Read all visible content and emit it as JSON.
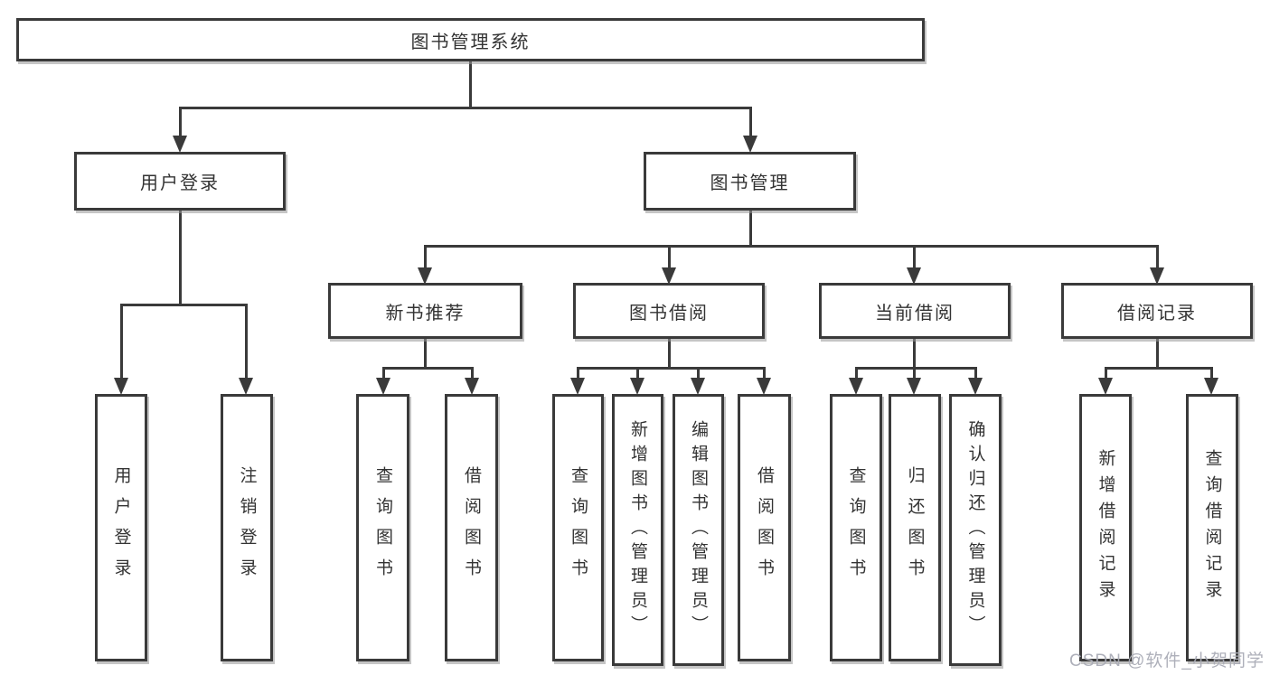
{
  "diagram": {
    "title": "图书管理系统",
    "branches": [
      {
        "label": "用户登录",
        "children": [
          {
            "label": "用户登录"
          },
          {
            "label": "注销登录"
          }
        ]
      },
      {
        "label": "图书管理",
        "children": [
          {
            "label": "新书推荐",
            "children": [
              {
                "label": "查询图书"
              },
              {
                "label": "借阅图书"
              }
            ]
          },
          {
            "label": "图书借阅",
            "children": [
              {
                "label": "查询图书"
              },
              {
                "label": "新增图书（管理员）"
              },
              {
                "label": "编辑图书（管理员）"
              },
              {
                "label": "借阅图书"
              }
            ]
          },
          {
            "label": "当前借阅",
            "children": [
              {
                "label": "查询图书"
              },
              {
                "label": "归还图书"
              },
              {
                "label": "确认归还（管理员）"
              }
            ]
          },
          {
            "label": "借阅记录",
            "children": [
              {
                "label": "新增借阅记录"
              },
              {
                "label": "查询借阅记录"
              }
            ]
          }
        ]
      }
    ]
  },
  "watermark": {
    "text": "CSDN @软件_小贺同学"
  },
  "colors": {
    "background": "#ffffff",
    "box_border": "#3a3a3a",
    "connector": "#3a3a3a",
    "text": "#333333",
    "watermark": "#aaacb6"
  }
}
